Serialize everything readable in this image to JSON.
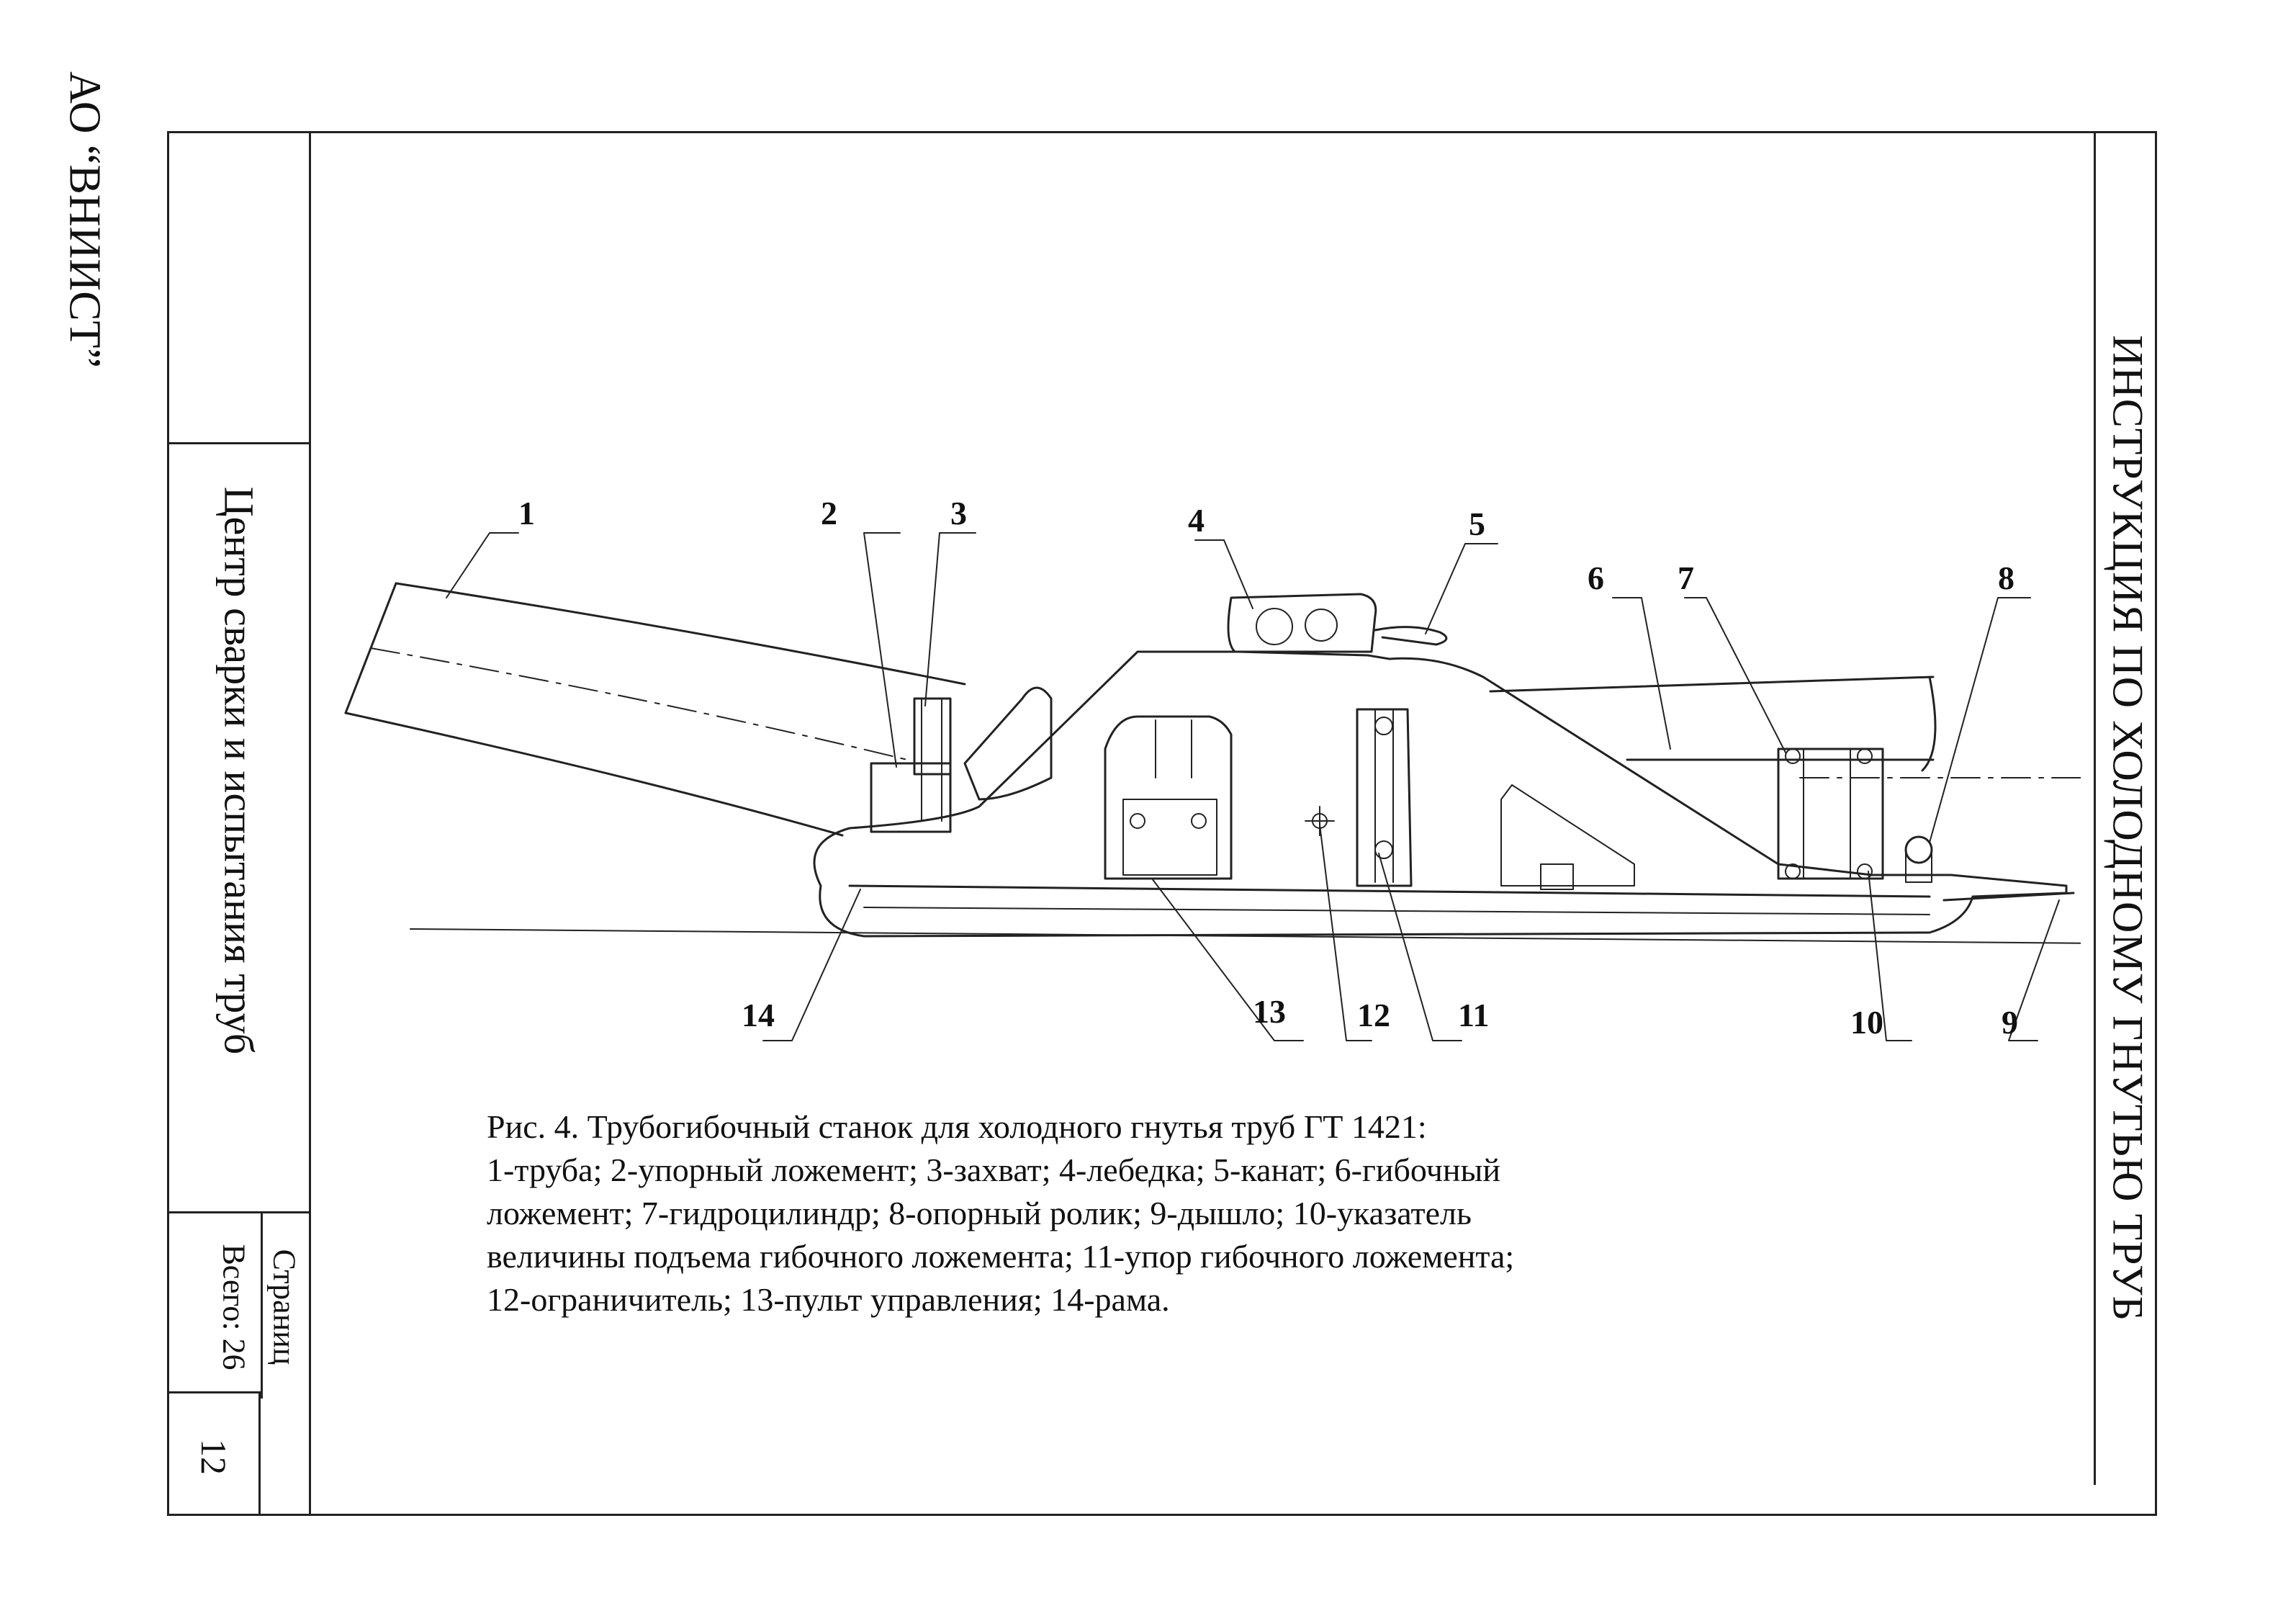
{
  "frame": {
    "organization": "АО “ВНИИСТ”",
    "department": "Центр сварки и испытания труб",
    "pages_label": "Страниц",
    "total_label": "Всего: 26",
    "page_number": "12",
    "document_title": "ИНСТРУКЦИЯ ПО ХОЛОДНОМУ ГНУТЬЮ ТРУБ"
  },
  "figure": {
    "callouts": [
      "1",
      "2",
      "3",
      "4",
      "5",
      "6",
      "7",
      "8",
      "9",
      "10",
      "11",
      "12",
      "13",
      "14"
    ],
    "caption_lines": [
      "Рис. 4. Трубогибочный станок для холодного гнутья труб ГТ 1421:",
      "1-труба; 2-упорный ложемент; 3-захват; 4-лебедка; 5-канат; 6-гибочный",
      "ложемент; 7-гидроцилиндр; 8-опорный ролик; 9-дышло; 10-указатель",
      "величины подъема гибочного ложемента; 11-упор гибочного ложемента;",
      "12-ограничитель; 13-пульт управления; 14-рама."
    ]
  }
}
